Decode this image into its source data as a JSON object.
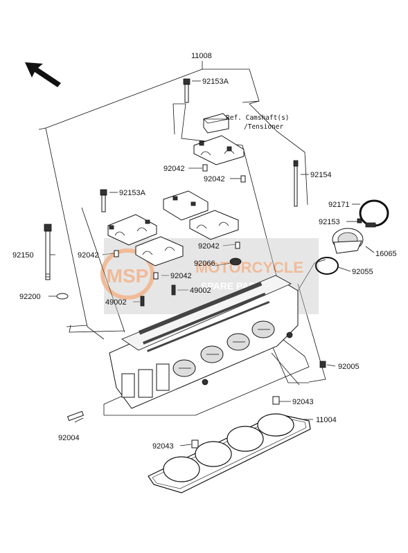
{
  "labels": {
    "head_assembly": "11008",
    "bolt_top": "92153A",
    "ref_camshaft": "Ref. Camshaft(s)",
    "ref_tensioner": "/Tensioner",
    "dowel_cap_left": "92042",
    "dowel_cap_right": "92042",
    "stud_right": "92154",
    "bolt_left": "92153A",
    "clamp": "92171",
    "clamp_bolt": "92153",
    "long_bolt": "92150",
    "dowel_a": "92042",
    "dowel_b": "92042",
    "dowel_c": "92042",
    "holder": "16065",
    "gasket_washer": "92066",
    "oring": "92055",
    "washer": "92200",
    "pin_left": "49002",
    "pin_right": "49002",
    "plug": "92005",
    "dowel_lower_right": "92043",
    "head_gasket": "11004",
    "stud_left": "92004",
    "dowel_lower_left": "92043"
  },
  "watermark": {
    "logo": "MSP",
    "brand": "MOTORCYCLE",
    "brand_sub": "SPARE PARTS",
    "color": "#e06a1e"
  },
  "icons": {
    "direction": "front-arrow-icon"
  }
}
